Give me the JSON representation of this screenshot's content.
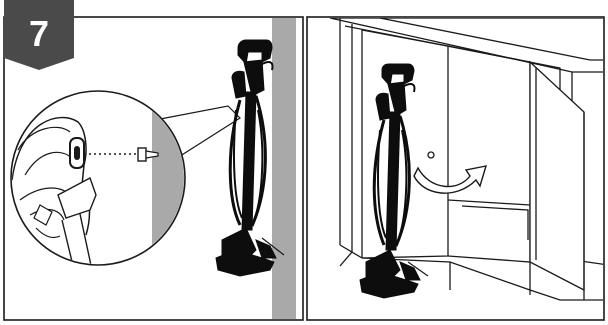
{
  "step": {
    "number": "7"
  },
  "colors": {
    "badge": "#4a4a4a",
    "badge_text": "#ffffff",
    "wall": "#a9a9a9",
    "line": "#1a1a1a",
    "panel_bg": "#ffffff",
    "arrow_fill": "#ffffff",
    "vacuum": "#0d0d0d"
  },
  "panels": [
    {
      "id": "left",
      "depicts": [
        "vacuum-on-wall",
        "zoom-callout",
        "screw",
        "wall-strip"
      ]
    },
    {
      "id": "right",
      "depicts": [
        "cabinet",
        "open-door",
        "vacuum-inside",
        "door-arrow"
      ]
    }
  ],
  "icons": [
    "screw-icon",
    "curved-arrow-icon",
    "vacuum-icon",
    "zoom-callout-icon"
  ]
}
